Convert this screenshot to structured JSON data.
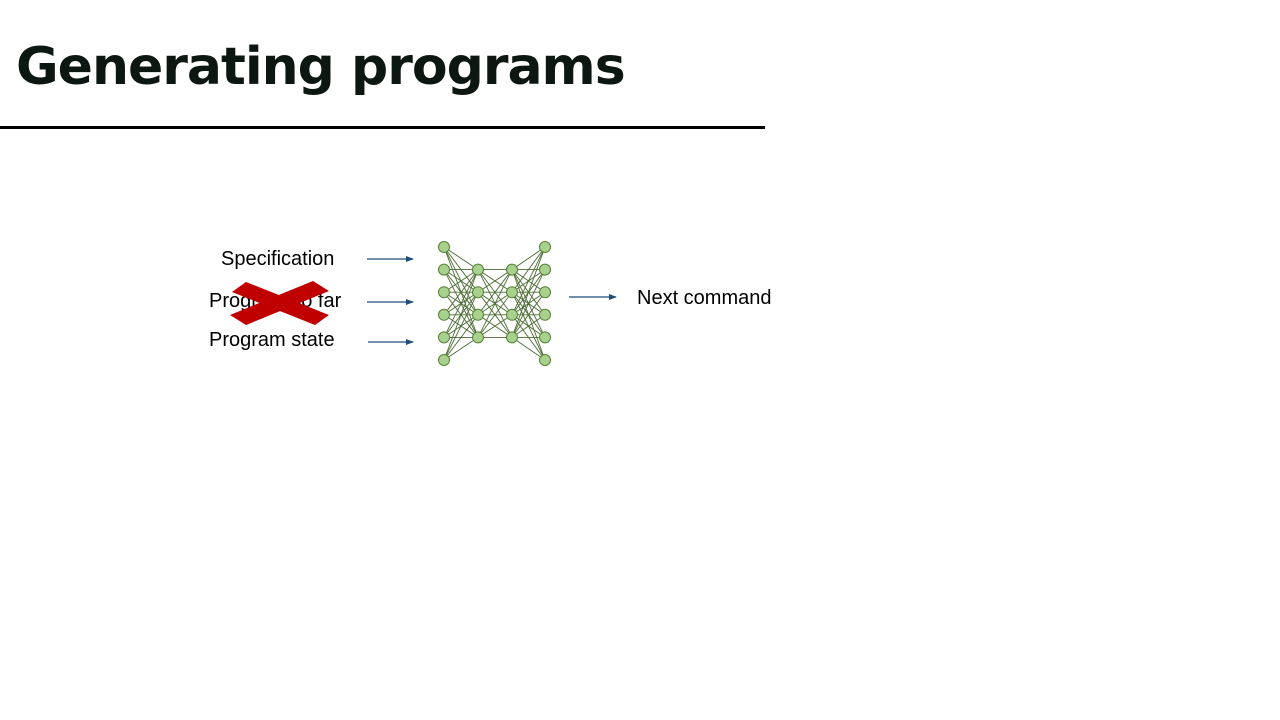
{
  "slide": {
    "title": "Generating programs"
  },
  "diagram": {
    "inputs": [
      "Specification",
      "Program so far",
      "Program state"
    ],
    "struck_input": "Program so far",
    "output": "Next command",
    "network_layers": [
      6,
      4,
      4,
      6
    ],
    "colors": {
      "arrow": "#1f4e79",
      "node_fill": "#a9d18e",
      "node_stroke": "#548235",
      "edge": "#4a6b32",
      "cross": "#c00000"
    }
  }
}
